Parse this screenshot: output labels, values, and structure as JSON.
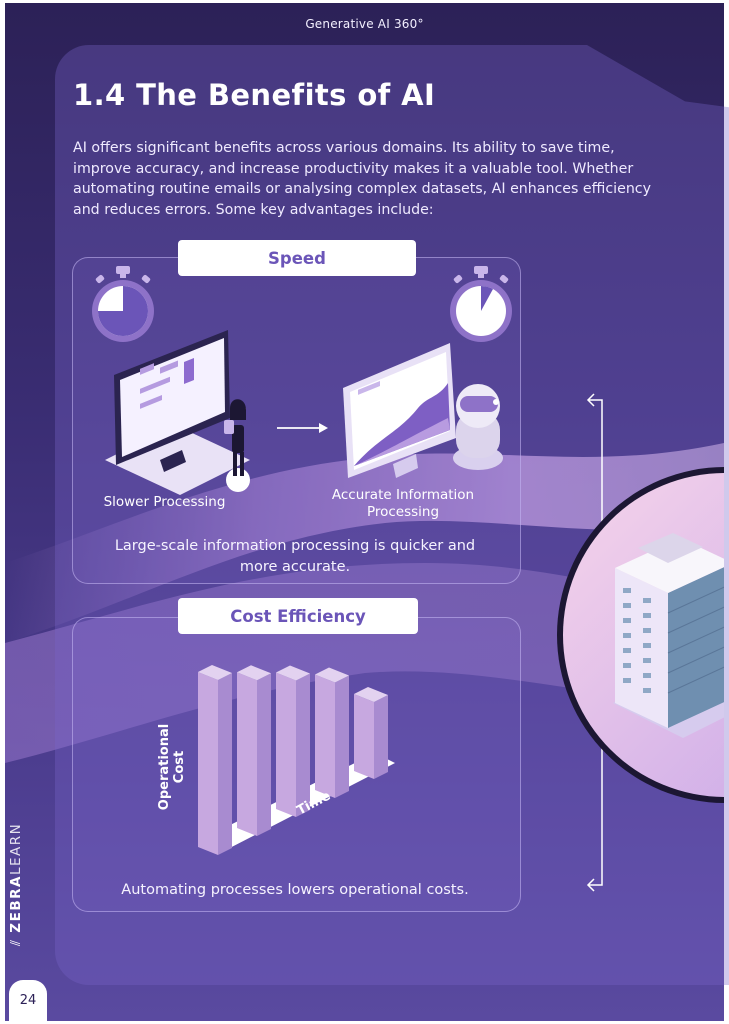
{
  "header": {
    "title": "Generative AI 360°"
  },
  "heading": "1.4 The Benefits of AI",
  "intro": "AI offers significant benefits across various domains. Its ability to save time, improve accuracy, and increase productivity makes it a valuable tool. Whether automating routine emails or analysing complex datasets, AI enhances efficiency and reduces errors. Some key advantages include:",
  "speed_card": {
    "label": "Speed",
    "left_caption": "Slower Processing",
    "right_caption": "Accurate Information Processing",
    "description": "Large-scale information processing is quicker and more accurate."
  },
  "cost_card": {
    "label": "Cost Efficiency",
    "y_axis": "Operational Cost",
    "x_axis": "Time",
    "description": "Automating processes lowers operational costs.",
    "bar_levels": [
      1.0,
      0.89,
      0.78,
      0.66,
      0.44
    ]
  },
  "brand": {
    "strong": "ZEBRA",
    "light": "LEARN"
  },
  "page_number": "24",
  "colors": {
    "accent": "#6b55b8",
    "bar_front": "#c7a8e0",
    "bar_side": "#a88bd0"
  }
}
